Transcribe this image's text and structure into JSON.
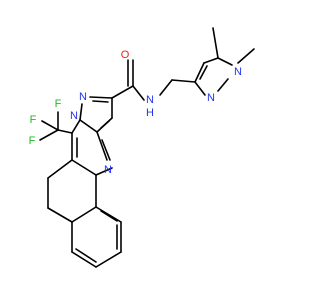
{
  "molecule": {
    "atom_colors": {
      "N": "#2233ee",
      "O": "#ee2211",
      "F": "#22bb22",
      "C": "#000000"
    },
    "labels": {
      "amide_o": "O",
      "amide_nh": "N",
      "amide_h": "H",
      "pz_n1": "N",
      "pz_n2": "N",
      "core_n1": "N",
      "core_n2": "N",
      "core_n3": "N",
      "f1": "F",
      "f2": "F",
      "f3": "F"
    }
  }
}
